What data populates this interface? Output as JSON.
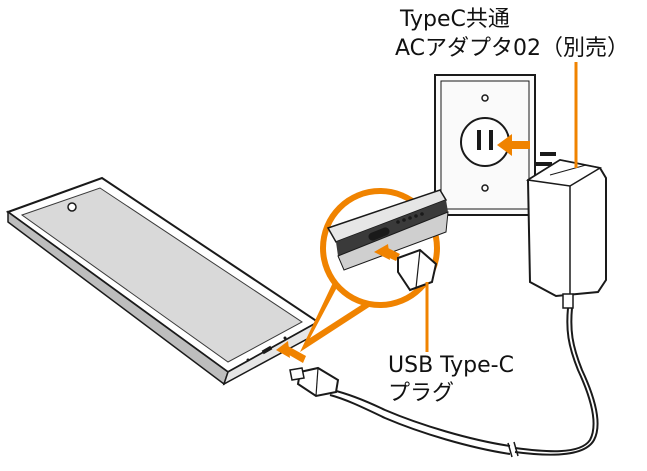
{
  "labels": {
    "adapter_line1": "TypeC共通",
    "adapter_line2": "ACアダプタ02（別売）",
    "plug_line1": "USB Type-C",
    "plug_line2": "プラグ"
  },
  "colors": {
    "accent": "#f08300",
    "line": "#1a1a1a",
    "device_dark": "#3a3a3a",
    "screen_gray": "#d9d9d9"
  }
}
